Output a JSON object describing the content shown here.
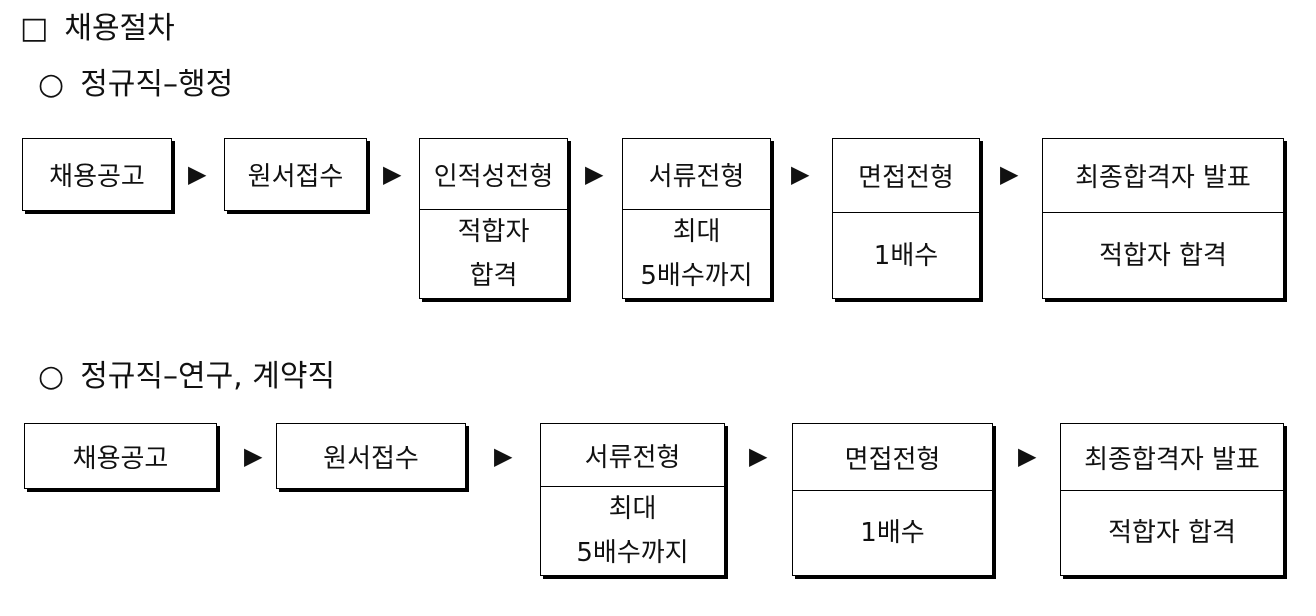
{
  "title": {
    "mark": "□",
    "text": "채용절차"
  },
  "sections": [
    {
      "mark": "○",
      "title": "정규직–행정",
      "steps": [
        {
          "label": "채용공고"
        },
        {
          "label": "원서접수"
        },
        {
          "label": "인적성전형",
          "note_lines": [
            "적합자",
            "합격"
          ]
        },
        {
          "label": "서류전형",
          "note_lines": [
            "최대",
            "5배수까지"
          ]
        },
        {
          "label": "면접전형",
          "note_lines": [
            "1배수"
          ]
        },
        {
          "label": "최종합격자 발표",
          "note_lines": [
            "적합자 합격"
          ]
        }
      ]
    },
    {
      "mark": "○",
      "title": "정규직–연구, 계약직",
      "steps": [
        {
          "label": "채용공고"
        },
        {
          "label": "원서접수"
        },
        {
          "label": "서류전형",
          "note_lines": [
            "최대",
            "5배수까지"
          ]
        },
        {
          "label": "면접전형",
          "note_lines": [
            "1배수"
          ]
        },
        {
          "label": "최종합격자 발표",
          "note_lines": [
            "적합자 합격"
          ]
        }
      ]
    }
  ],
  "arrow_glyph": "▶"
}
